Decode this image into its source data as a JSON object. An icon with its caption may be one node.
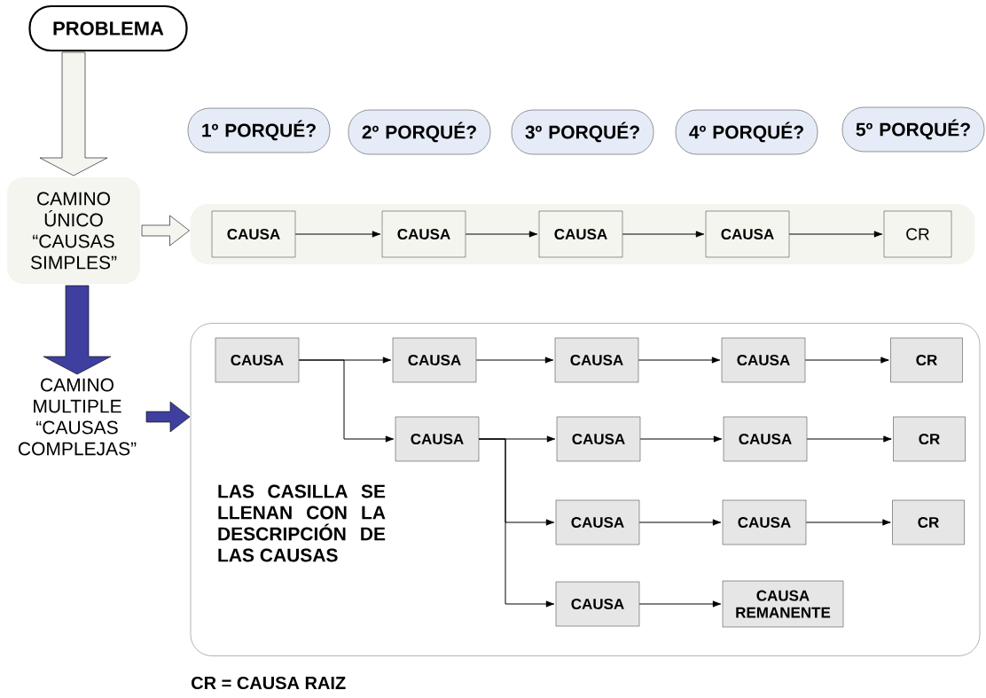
{
  "diagram": {
    "nodes": [
      {
        "text": [
          "PROBLEMA"
        ]
      },
      {
        "text": [
          "1º PORQUÉ?"
        ]
      },
      {
        "text": [
          "2º PORQUÉ?"
        ]
      },
      {
        "text": [
          "3º PORQUÉ?"
        ]
      },
      {
        "text": [
          "4º PORQUÉ?"
        ]
      },
      {
        "text": [
          "5º PORQUÉ?"
        ]
      },
      {
        "text": [
          "CAMINO ÚNICO “CAUSAS SIMPLES”"
        ]
      },
      {
        "text": [],
        "shape": "box"
      },
      {
        "text": [
          "CAUSA"
        ],
        "in": 7
      },
      {
        "text": [
          "CAUSA"
        ],
        "in": 7
      },
      {
        "text": [
          "CAUSA"
        ],
        "in": 7
      },
      {
        "text": [
          "CAUSA"
        ],
        "in": 7
      },
      {
        "text": [
          "CR"
        ],
        "in": 7
      },
      {
        "text": [
          "CAMINO MULTIPLE “CAUSAS COMPLEJAS”"
        ]
      },
      {
        "text": [],
        "shape": "box"
      },
      {
        "text": [
          "CAUSA"
        ],
        "in": 14
      },
      {
        "text": [
          "CAUSA"
        ],
        "in": 14
      },
      {
        "text": [
          "CAUSA"
        ],
        "in": 14
      },
      {
        "text": [
          "CAUSA"
        ],
        "in": 14
      },
      {
        "text": [
          "CR"
        ],
        "in": 14
      },
      {
        "text": [
          "CAUSA"
        ],
        "in": 14
      },
      {
        "text": [
          "CAUSA"
        ],
        "in": 14
      },
      {
        "text": [
          "CAUSA"
        ],
        "in": 14
      },
      {
        "text": [
          "CR"
        ],
        "in": 14
      },
      {
        "text": [
          "CAUSA"
        ],
        "in": 14
      },
      {
        "text": [
          "CAUSA"
        ],
        "in": 14
      },
      {
        "text": [
          "CR"
        ],
        "in": 14
      },
      {
        "text": [
          "CAUSA"
        ],
        "in": 14
      },
      {
        "text": [
          "CAUSA REMANENTE"
        ],
        "in": 14
      }
    ],
    "edges": [
      {
        "from": 0,
        "to": 6,
        "arrow": "to",
        "style": "thick"
      },
      {
        "from": 6,
        "to": 7,
        "arrow": "to",
        "style": "thick"
      },
      {
        "from": 6,
        "to": 13,
        "arrow": "to",
        "style": "thick",
        "color": "#3f3f9f"
      },
      {
        "from": 13,
        "to": 14,
        "arrow": "to",
        "style": "thick",
        "color": "#3f3f9f"
      },
      {
        "from": 8,
        "to": 9,
        "arrow": "to"
      },
      {
        "from": 9,
        "to": 10,
        "arrow": "to"
      },
      {
        "from": 10,
        "to": 11,
        "arrow": "to"
      },
      {
        "from": 11,
        "to": 12,
        "arrow": "to"
      },
      {
        "from": 15,
        "to": 16,
        "arrow": "to"
      },
      {
        "from": 15,
        "to": 20,
        "arrow": "to"
      },
      {
        "from": 16,
        "to": 17,
        "arrow": "to"
      },
      {
        "from": 17,
        "to": 18,
        "arrow": "to"
      },
      {
        "from": 18,
        "to": 19,
        "arrow": "to"
      },
      {
        "from": 20,
        "to": 21,
        "arrow": "to"
      },
      {
        "from": 20,
        "to": 24,
        "arrow": "to"
      },
      {
        "from": 20,
        "to": 27,
        "arrow": "to"
      },
      {
        "from": 21,
        "to": 22,
        "arrow": "to"
      },
      {
        "from": 22,
        "to": 23,
        "arrow": "to"
      },
      {
        "from": 24,
        "to": 25,
        "arrow": "to"
      },
      {
        "from": 25,
        "to": 26,
        "arrow": "to"
      },
      {
        "from": 27,
        "to": 28,
        "arrow": "to"
      }
    ],
    "labels": [
      "LAS CASILLA SE LLENAN CON LA DESCRIPCIÓN DE LAS CAUSAS",
      "CR = CAUSA RAIZ"
    ]
  }
}
